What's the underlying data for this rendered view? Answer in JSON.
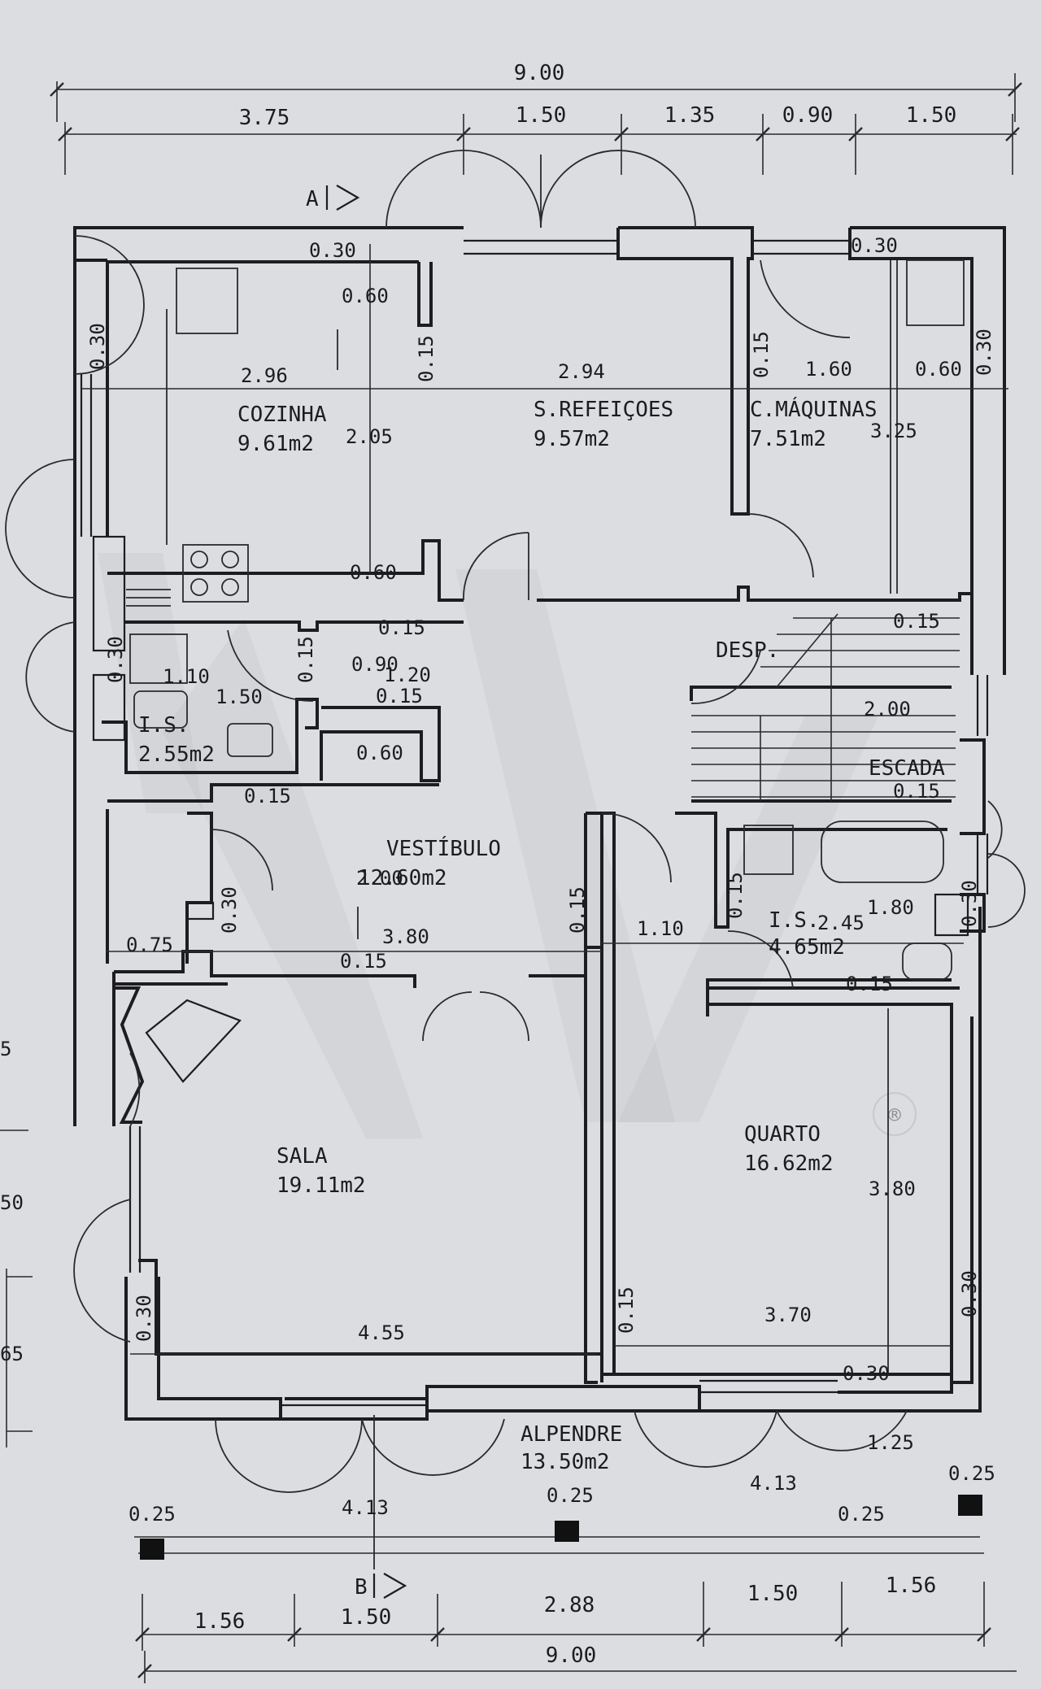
{
  "rooms": {
    "cozinha": {
      "name": "COZINHA",
      "area": "9.61m2"
    },
    "s_refeicoes": {
      "name": "S.REFEIÇOES",
      "area": "9.57m2"
    },
    "c_maquinas": {
      "name": "C.MÁQUINAS",
      "area": "7.51m2"
    },
    "desp": {
      "name": "DESP."
    },
    "is1": {
      "name": "I.S.",
      "area": "2.55m2"
    },
    "vestibulo": {
      "name": "VESTÍBULO",
      "area": "12.60m2"
    },
    "escada": {
      "name": "ESCADA"
    },
    "is2": {
      "name": "I.S.",
      "area": "4.65m2"
    },
    "sala": {
      "name": "SALA",
      "area": "19.11m2"
    },
    "quarto": {
      "name": "QUARTO",
      "area": "16.62m2"
    },
    "alpendre": {
      "name": "ALPENDRE",
      "area": "13.50m2"
    }
  },
  "dims": {
    "top_total": "9.00",
    "top": [
      "3.75",
      "1.50",
      "1.35",
      "0.90",
      "1.50"
    ],
    "bottom": [
      "1.56",
      "1.50",
      "2.88",
      "1.50",
      "1.56"
    ],
    "bottom_total": "9.00",
    "interior": {
      "d030a": "0.30",
      "d060a": "0.60",
      "d030b": "0.30",
      "d030c": "0.30",
      "d015a": "0.15",
      "d015b": "0.15",
      "d296": "2.96",
      "d294": "2.94",
      "d160": "1.60",
      "d060b": "0.60",
      "d030d": "0.30",
      "d205": "2.05",
      "d325": "3.25",
      "d060c": "0.60",
      "d015c": "0.15",
      "d015d": "0.15",
      "d015e": "0.15",
      "d090": "0.90",
      "d120": "1.20",
      "d015f": "0.15",
      "d110": "1.10",
      "d030e": "0.30",
      "d150": "1.50",
      "d200": "2.00",
      "d060d": "0.60",
      "d015g": "0.15",
      "d015h": "0.15",
      "d200b": "2.00",
      "d030f": "0.30",
      "d075": "0.75",
      "d380a": "3.80",
      "d015i": "0.15",
      "d015j": "0.15",
      "d110b": "1.10",
      "d015k": "0.15",
      "d245": "2.45",
      "d180": "1.80",
      "d030g": "0.30",
      "d015l": "0.15",
      "d380b": "3.80",
      "d030h": "0.30",
      "d455": "4.55",
      "d015m": "0.15",
      "d370": "3.70",
      "d030i": "0.30",
      "d030j": "0.30",
      "d125": "1.25",
      "d413a": "4.13",
      "d025a": "0.25",
      "d413b": "4.13",
      "d025b": "0.25",
      "d025c": "0.25",
      "d025d": "0.25"
    }
  },
  "section_marks": {
    "a": "A",
    "b": "B"
  },
  "edge_fragments": [
    "5",
    "50",
    "65"
  ],
  "watermark": {
    "text": "KW",
    "symbol": "®"
  }
}
